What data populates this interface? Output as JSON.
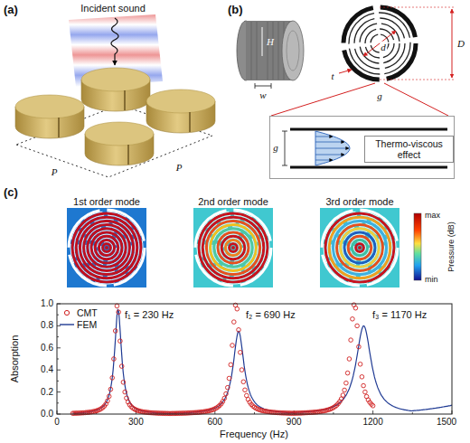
{
  "diagram": {
    "nodes": [
      {
        "text": [
          "Thermo-viscous effect"
        ]
      }
    ],
    "labels": [
      "(a)",
      "Incident sound",
      "P",
      "P",
      "(b)",
      "H",
      "w",
      "t",
      "d",
      "D",
      "g",
      "g",
      "(c)",
      "1st order mode",
      "2nd order mode",
      "3rd order mode",
      "max",
      "Pressure (dB)",
      "min",
      "Absorption",
      "0.0",
      "0.2",
      "0.4",
      "0.6",
      "0.8",
      "1.0",
      "0",
      "300",
      "600",
      "900",
      "1200",
      "1500",
      "Frequency (Hz)",
      "f₁ = 230 Hz",
      "f₂ = 690 Hz",
      "f₃ = 1170 Hz"
    ],
    "legend": [
      {
        "text": "CMT"
      },
      {
        "text": "FEM"
      }
    ]
  }
}
